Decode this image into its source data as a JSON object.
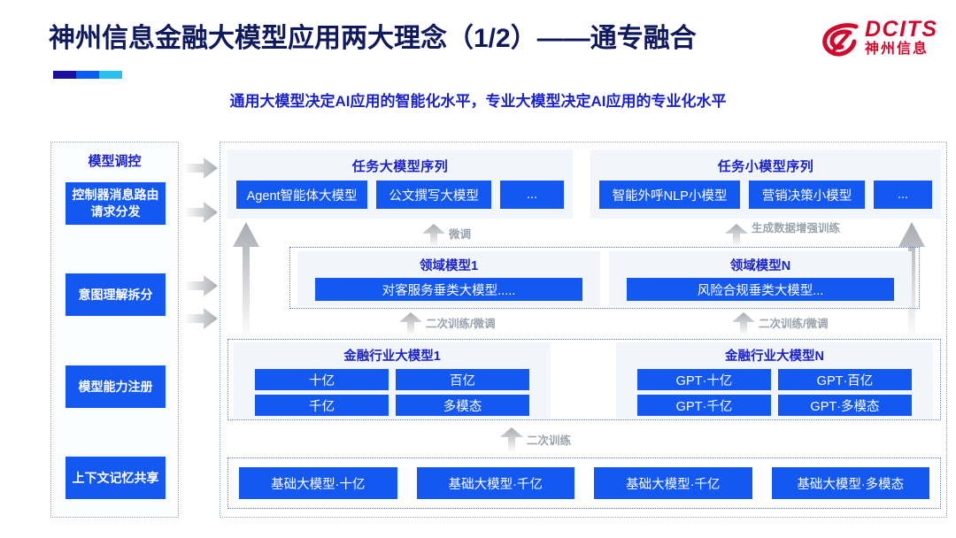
{
  "header": {
    "title": "神州信息金融大模型应用两大理念（1/2）——通专融合",
    "subtitle": "通用大模型决定AI应用的智能化水平，专业大模型决定AI应用的专业化水平",
    "logo": {
      "name": "DCITS",
      "cn": "神州信息",
      "color": "#cf0a2c"
    }
  },
  "control_column": {
    "title": "模型调控",
    "items": [
      {
        "label": "控制器消息路由请求分发"
      },
      {
        "label": "意图理解拆分"
      },
      {
        "label": "模型能力注册"
      },
      {
        "label": "上下文记忆共享"
      }
    ]
  },
  "task_panels": [
    {
      "title": "任务大模型序列",
      "chips": [
        "Agent智能体大模型",
        "公文撰写大模型",
        "..."
      ]
    },
    {
      "title": "任务小模型序列",
      "chips": [
        "智能外呼NLP小模型",
        "营销决策小模型",
        "..."
      ]
    }
  ],
  "domain_models": [
    {
      "title": "领域模型1",
      "chip": "对客服务垂类大模型....."
    },
    {
      "title": "领域模型N",
      "chip": "风险合规垂类大模型..."
    }
  ],
  "industry_models": [
    {
      "title": "金融行业大模型1",
      "chips": [
        "十亿",
        "百亿",
        "千亿",
        "多模态"
      ]
    },
    {
      "title": "金融行业大模型N",
      "chips": [
        "GPT·十亿",
        "GPT·百亿",
        "GPT·千亿",
        "GPT·多模态"
      ]
    }
  ],
  "base_models": {
    "chips": [
      "基础大模型·十亿",
      "基础大模型·千亿",
      "基础大模型·千亿",
      "基础大模型·多模态"
    ]
  },
  "arrow_labels": {
    "finetune": "微调",
    "data_augment": "生成数据增强训练",
    "retrain_finetune_left": "二次训练/微调",
    "retrain_finetune_right": "二次训练/微调",
    "retrain": "二次训练"
  },
  "colors": {
    "chip_blue": "#1358f0",
    "title_blue": "#0f1a5e",
    "subtitle_blue": "#1a23c9",
    "panel_grey": "#f2f5fa",
    "arrow_grey": "#b8bcc2",
    "logo_red": "#cf0a2c"
  }
}
